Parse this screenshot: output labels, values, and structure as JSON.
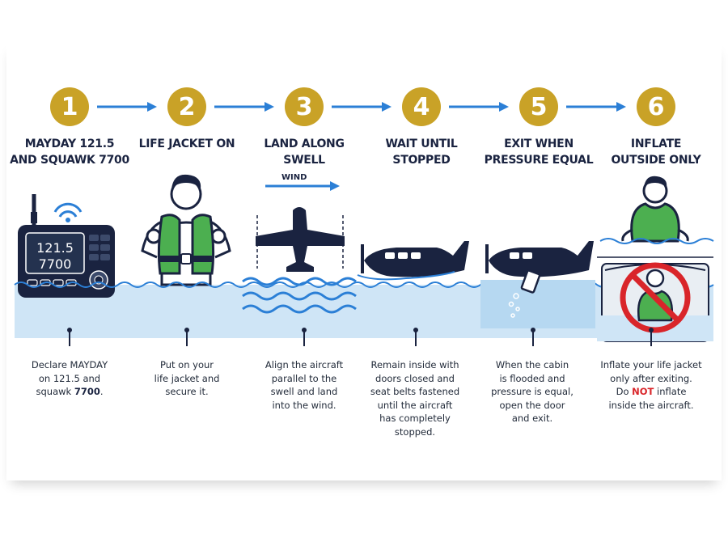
{
  "steps": [
    {
      "number": "1",
      "title_line1": "MAYDAY 121.5",
      "title_line2": "AND SQUAWK 7700",
      "desc_line1": "Declare MAYDAY",
      "desc_line2": "on 121.5 and",
      "desc_line3_pre": "squawk ",
      "desc_line3_bold": "7700",
      "desc_line3_post": "."
    },
    {
      "number": "2",
      "title_line1": "LIFE JACKET ON",
      "desc_line1": "Put on your",
      "desc_line2": "life jacket and",
      "desc_line3": "secure it."
    },
    {
      "number": "3",
      "title_line1": "LAND ALONG SWELL",
      "desc_line1": "Align the aircraft",
      "desc_line2": "parallel to the",
      "desc_line3": "swell and land",
      "desc_line4": "into the wind."
    },
    {
      "number": "4",
      "title_line1": "WAIT UNTIL",
      "title_line2": "STOPPED",
      "desc_line1": "Remain inside with",
      "desc_line2": "doors closed and",
      "desc_line3": "seat belts fastened",
      "desc_line4": "until the aircraft",
      "desc_line5": "has completely",
      "desc_line6": "stopped."
    },
    {
      "number": "5",
      "title_line1": "EXIT WHEN",
      "title_line2": "PRESSURE EQUAL",
      "desc_line1": "When the cabin",
      "desc_line2": "is flooded and",
      "desc_line3": "pressure is equal,",
      "desc_line4": "open the door",
      "desc_line5": "and exit."
    },
    {
      "number": "6",
      "title_line1": "INFLATE",
      "title_line2": "OUTSIDE ONLY",
      "desc_line1": "Inflate your life jacket",
      "desc_line2": "only after exiting.",
      "desc_line3_pre": "Do ",
      "desc_line3_red": "NOT",
      "desc_line3_post": " inflate",
      "desc_line4": "inside the aircraft."
    }
  ],
  "radio": {
    "freq": "121.5",
    "code": "7700"
  },
  "wind_label": "WIND",
  "colors": {
    "gold": "#c9a227",
    "navy": "#1a2340",
    "arrow_blue": "#2b7fd6",
    "water": "#cfe5f6",
    "vest_green": "#4caf50",
    "prohibit_red": "#d9252a"
  }
}
